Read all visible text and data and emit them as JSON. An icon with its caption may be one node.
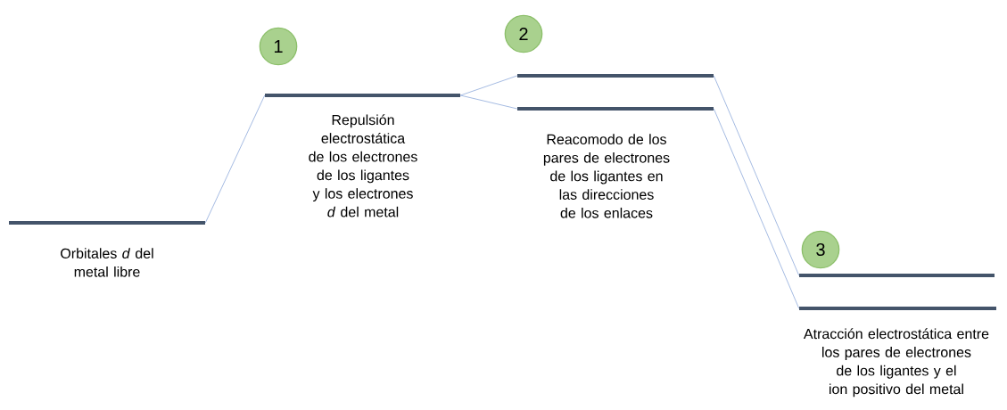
{
  "diagram": {
    "nodes": [
      {
        "text": [
          "Orbitales *d* del metal libre"
        ]
      },
      {
        "text": [
          "1"
        ]
      },
      {
        "text": [
          "Repulsión electrostática de los electrones de los ligantes y los electrones *d* del metal"
        ]
      },
      {
        "text": [
          "2"
        ]
      },
      {
        "text": [],
        "shape": "bar"
      },
      {
        "text": [
          "Reacomodo de los pares de electrones de los ligantes en las direcciones de los enlaces"
        ]
      },
      {
        "text": [
          "3"
        ]
      },
      {
        "text": [],
        "shape": "bar"
      },
      {
        "text": [
          "Atracción electrostática entre los pares de electrones de los ligantes y el ion positivo del metal"
        ]
      }
    ],
    "edges": [
      {
        "from": 0,
        "to": 2,
        "arrow": "none"
      },
      {
        "from": 2,
        "to": 4,
        "arrow": "none"
      },
      {
        "from": 2,
        "to": 5,
        "arrow": "none"
      },
      {
        "from": 4,
        "to": 7,
        "arrow": "none"
      },
      {
        "from": 5,
        "to": 8,
        "arrow": "none"
      }
    ]
  }
}
